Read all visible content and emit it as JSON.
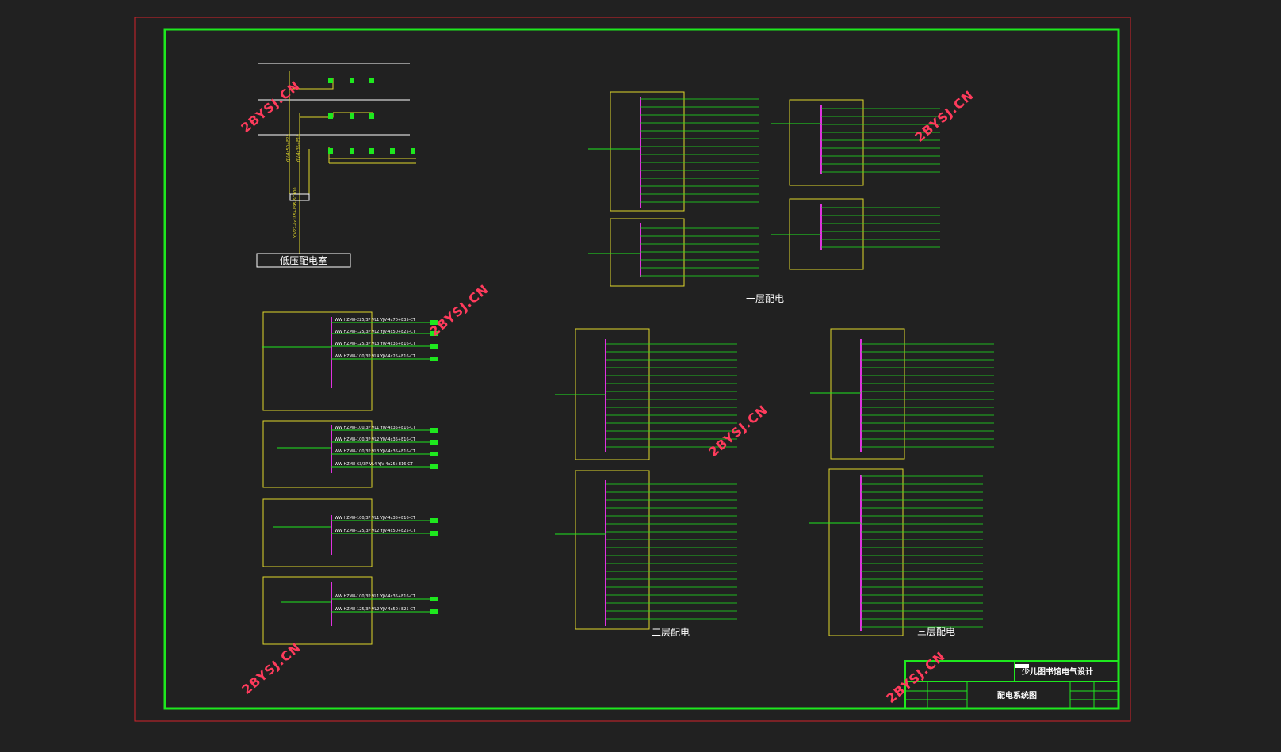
{
  "colors": {
    "background": "#212121",
    "outer_border": "#d4232b",
    "inner_border": "#1ee81e",
    "panel_box": "#e0d62a",
    "feeder_text": "#1ee81e",
    "circuit_text": "#ffffff",
    "busbar": "#e032e0",
    "watermark": "#ff3b5c"
  },
  "labels": {
    "low_voltage_room": "低压配电室",
    "floor1": "一层配电",
    "floor2": "二层配电",
    "floor3": "三层配电"
  },
  "watermark": "2BYSJ.CN",
  "title_block": {
    "project": "少儿图书馆电气设计",
    "drawing": "配电系统图"
  }
}
